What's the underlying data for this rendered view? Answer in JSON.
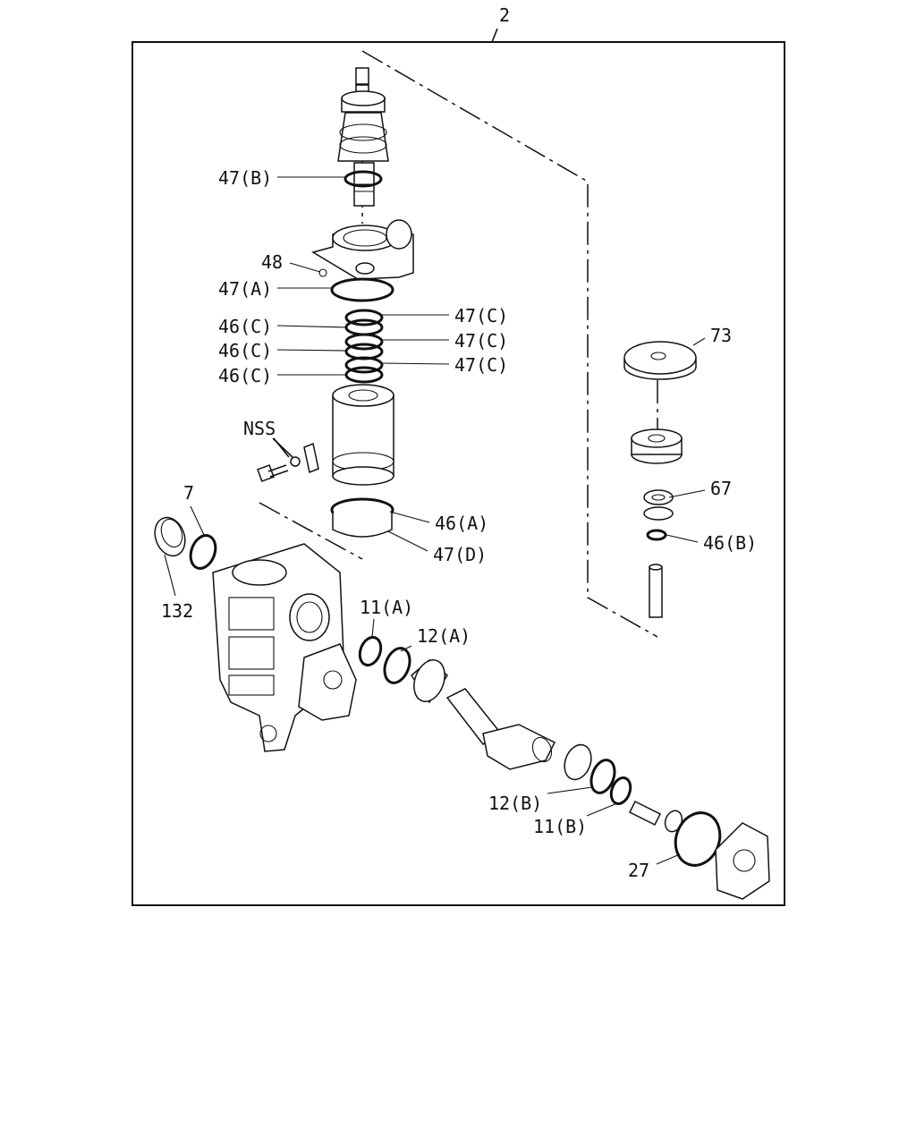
{
  "diagram": {
    "frame_callout": "2",
    "callouts": {
      "c47B": "47(B)",
      "c48": "48",
      "c47A": "47(A)",
      "c46C_1": "46(C)",
      "c46C_2": "46(C)",
      "c46C_3": "46(C)",
      "c47C_1": "47(C)",
      "c47C_2": "47(C)",
      "c47C_3": "47(C)",
      "cNSS": "NSS",
      "c7": "7",
      "c132": "132",
      "c46A": "46(A)",
      "c47D": "47(D)",
      "c73": "73",
      "c67": "67",
      "c46B": "46(B)",
      "c11A": "11(A)",
      "c12A": "12(A)",
      "c12B": "12(B)",
      "c11B": "11(B)",
      "c27": "27"
    }
  }
}
